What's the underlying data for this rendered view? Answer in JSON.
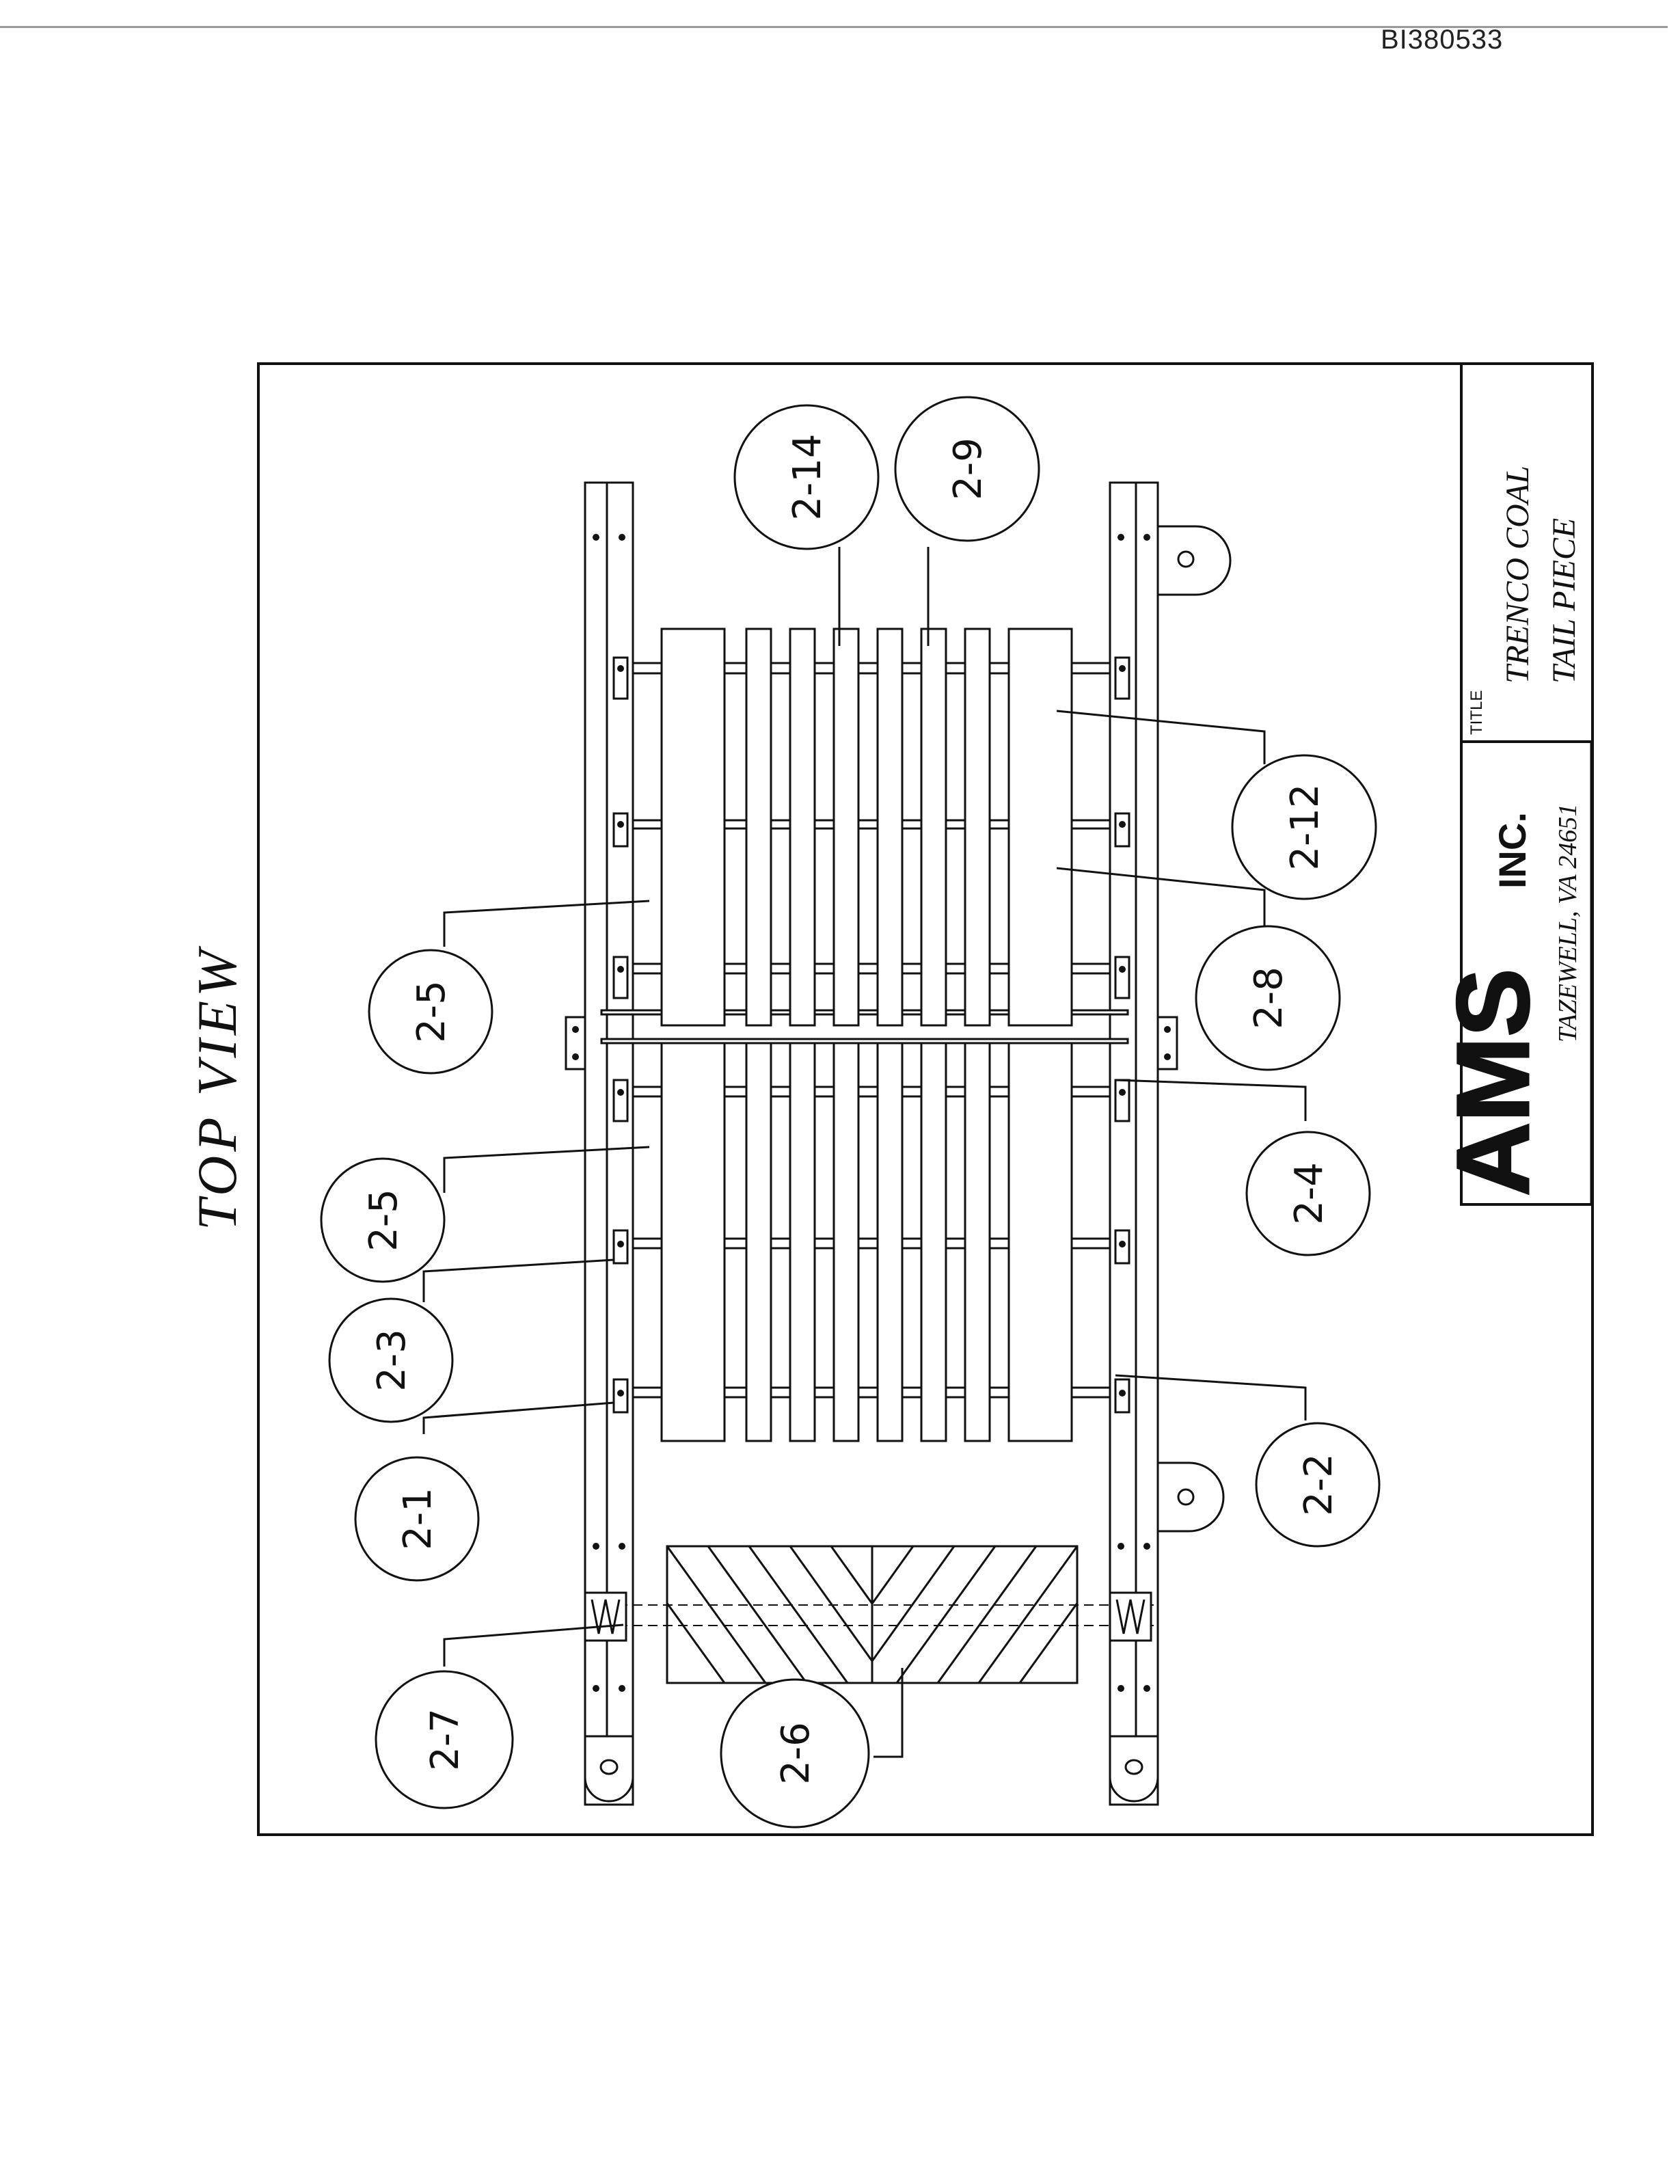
{
  "document_id": "BI380533",
  "view_title": "TOP VIEW",
  "callouts": [
    "2-14",
    "2-9",
    "2-12",
    "2-8",
    "2-4",
    "2-2",
    "2-5",
    "2-5",
    "2-3",
    "2-1",
    "2-7",
    "2-6"
  ],
  "title_block": {
    "title_label": "TITLE",
    "title_line1": "TRENCO COAL",
    "title_line2": "TAIL PIECE",
    "company_logo": "AMS",
    "company_suffix": "INC.",
    "company_location": "TAZEWELL, VA 24651"
  }
}
